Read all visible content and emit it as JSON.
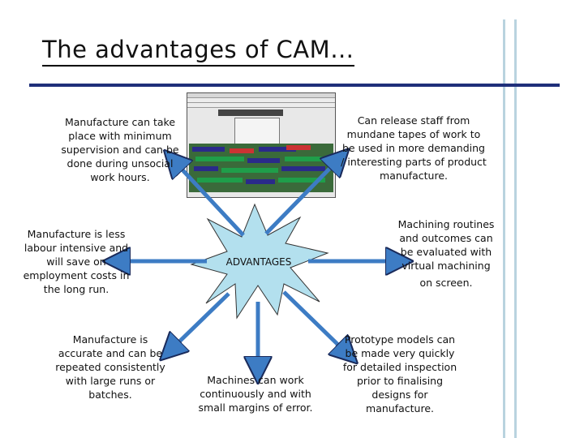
{
  "title": "The advantages of CAM…",
  "center_label": "ADVANTAGES",
  "points": {
    "top_left": "Manufacture can take place with minimum supervision and can be done during unsocial work hours.",
    "top_right": "Can release staff from mundane tapes of work to be used in more demanding / interesting parts of product manufacture.",
    "mid_left": "Manufacture is less labour intensive and will save on employment costs in the long run.",
    "mid_right_main": "Machining routines and outcomes can be evaluated with virtual machining",
    "mid_right_tail": "on screen.",
    "bottom_left": "Manufacture is accurate and can be repeated consistently with large runs or batches.",
    "bottom_center": "Machines can work continuously and with small margins of error.",
    "bottom_right": "Prototype models can be made very quickly for detailed inspection prior to finalising designs for manufacture."
  },
  "colors": {
    "starburst_fill": "#b3e0ee",
    "arrow_fill": "#3d7cc4",
    "arrow_stroke": "#1a2a5a",
    "title_rule": "#1f2f7a",
    "side_lines": "#b9d3df"
  },
  "image": {
    "description_icon": "cam-software-screenshot"
  }
}
